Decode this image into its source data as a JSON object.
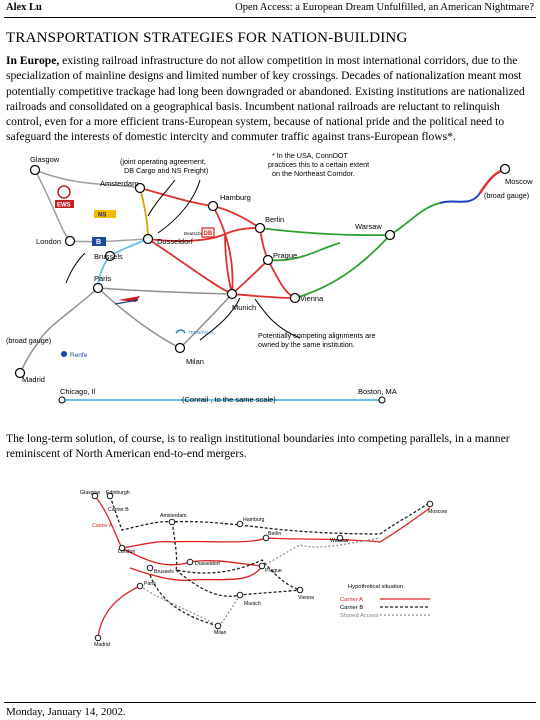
{
  "header": {
    "author": "Alex Lu",
    "title": "Open Access: a European Dream Unfulfilled, an American Nightmare?"
  },
  "section_title": "TRANSPORTATION STRATEGIES FOR NATION-BUILDING",
  "intro": {
    "lead": "In Europe,",
    "body": " existing railroad infrastructure do not allow competition in most international corridors, due to the specialization of mainline designs and limited number of key crossings.  Decades of nationalization meant most potentially competitive trackage had long been downgraded or abandoned.  Existing institutions are nationalized railroads and consolidated on a geographical basis.  Incumbent national railroads are reluctant to relinquish control, even for a more efficient trans-European system, because of national pride and the political need to safeguard the interests of domestic intercity and commuter traffic against trans-European flows*."
  },
  "map1": {
    "cities": {
      "glasgow": "Glasgow",
      "amsterdam": "Amsterdam",
      "hamburg": "Hamburg",
      "berlin": "Berlin",
      "warsaw": "Warsaw",
      "moscow": "Moscow",
      "london": "London",
      "brussels": "Brussels",
      "dusseldorf": "Dusseldorf",
      "prague": "Prague",
      "paris": "Paris",
      "munich": "Munich",
      "vienna": "Vienna",
      "milan": "Milan",
      "madrid": "Madrid"
    },
    "notes": {
      "joint": "(joint operating agreement,\nDB Cargo and NS Freight)",
      "conndot": "* In the USA, ConnDOT\npractices this to a certain extent\non the Northeast Corridor.",
      "broad_gauge_east": "(broad gauge)",
      "broad_gauge_west": "(broad gauge)",
      "competing": "Potentially competing alignments are\nowned by the same institution."
    },
    "logos": {
      "ews": "EWS",
      "ns": "NS",
      "db": "DB",
      "db_text": "Deutsche",
      "sncb": "B",
      "renfe": "Renfe",
      "trenitalia": "TRENITALIA"
    },
    "scale": {
      "left": "Chicago, Il",
      "right": "Boston, MA",
      "caption": "(Conrail , to the same scale)"
    },
    "colors": {
      "uk": "#a0a0a0",
      "ns": "#e0a000",
      "sncb": "#66c2e8",
      "db": "#e03030",
      "pkp": "#30a030",
      "rzd": "#2040c0",
      "sncf": "#808080"
    }
  },
  "conclusion": "The long-term solution, of course, is to realign institutional boundaries into competing parallels, in a manner reminiscent of North American end-to-end mergers.",
  "map2": {
    "cities": {
      "glasgow": "Glasgow",
      "edinburgh": "Edinburgh",
      "carrier_b": "Carrier B",
      "carrier_a": "Carrier A",
      "amsterdam": "Amsterdam",
      "hamburg": "Hamburg",
      "berlin": "Berlin",
      "warsaw": "Warsaw",
      "moscow": "Moscow",
      "london": "London",
      "brussels": "Brussels",
      "dusseldorf": "Dusseldorf",
      "prague": "Prague",
      "paris": "Paris",
      "munich": "Munich",
      "vienna": "Vienna",
      "milan": "Milan",
      "madrid": "Madrid"
    },
    "legend": {
      "title": "Hypothetical situation",
      "a": "Carrier A",
      "b": "Carrier B",
      "shared": "Shared Access"
    },
    "colors": {
      "a": "#e02020",
      "b": "#202020",
      "shared": "#909090"
    }
  },
  "footer": "Monday, January 14, 2002."
}
